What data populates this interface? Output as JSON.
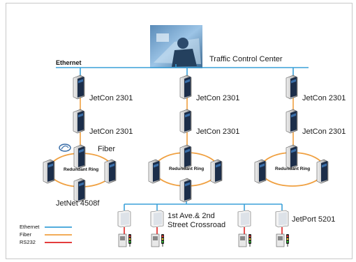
{
  "top": {
    "center_label": "Traffic Control Center",
    "ethernet_label": "Ethernet"
  },
  "columns": [
    {
      "switch_top": "JetCon 2301",
      "switch_bottom": "JetCon 2301",
      "ring_label": "Redundant Ring"
    },
    {
      "switch_top": "JetCon 2301",
      "switch_bottom": "JetCon 2301",
      "ring_label": "Redundant Ring"
    },
    {
      "switch_top": "JetCon 2301",
      "switch_bottom": "JetCon 2301",
      "ring_label": "Redundant Ring"
    }
  ],
  "left_ring": {
    "fiber_label": "Fiber",
    "device_label": "JetNet 4508f"
  },
  "bottom": {
    "crossroad_line1": "1st Ave.& 2nd",
    "crossroad_line2": "Street Crossroad",
    "device_label": "JetPort 5201"
  },
  "legend": {
    "items": [
      {
        "label": "Ethernet",
        "color": "#3aa0d8"
      },
      {
        "label": "Fiber",
        "color": "#f0a040"
      },
      {
        "label": "RS232",
        "color": "#e02020"
      }
    ]
  },
  "colors": {
    "ethernet": "#3aa0d8",
    "fiber": "#f0a040",
    "rs232": "#e02020"
  }
}
